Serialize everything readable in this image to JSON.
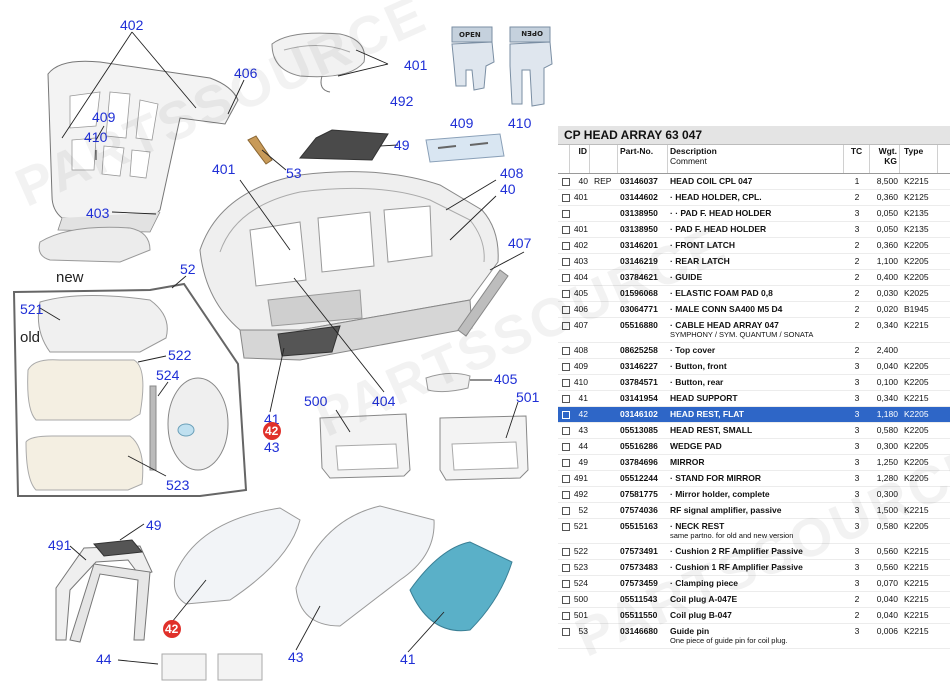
{
  "diagram": {
    "callouts": {
      "c402": "402",
      "c406": "406",
      "c401_top": "401",
      "c409_top": "409",
      "c410_top": "410",
      "c492": "492",
      "c49_top": "49",
      "c53": "53",
      "c409_l": "409",
      "c410_l": "410",
      "c401_m": "401",
      "c408": "408",
      "c40": "40",
      "c403": "403",
      "c407": "407",
      "c52": "52",
      "c521": "521",
      "c522": "522",
      "c524": "524",
      "c523": "523",
      "c404": "404",
      "c41_m": "41",
      "c42_m": "42",
      "c43_m": "43",
      "c500": "500",
      "c501": "501",
      "c405": "405",
      "c49_b": "49",
      "c491": "491",
      "c42_b": "42",
      "c44": "44",
      "c43_b": "43",
      "c41_b": "41"
    },
    "new_label": "new",
    "old_label": "old",
    "open_label": "OPEN",
    "watermark_text": "PARTSSOURCE"
  },
  "panel": {
    "title": "CP HEAD ARRAY 63 047",
    "headers": {
      "id": "ID",
      "partno": "Part-No.",
      "desc": "Description",
      "comment": "Comment",
      "tc": "TC",
      "wt": "Wgt. KG",
      "type": "Type"
    },
    "rows": [
      {
        "id": "40",
        "rep": "REP",
        "pn": "03146037",
        "desc": "HEAD COIL CPL 047",
        "tc": "1",
        "wt": "8,500",
        "type": "K2215"
      },
      {
        "id": "401",
        "rep": "",
        "pn": "03144602",
        "desc": "· HEAD HOLDER, CPL.",
        "tc": "2",
        "wt": "0,360",
        "type": "K2125"
      },
      {
        "id": "",
        "rep": "",
        "pn": "03138950",
        "desc": "· · PAD F. HEAD HOLDER",
        "tc": "3",
        "wt": "0,050",
        "type": "K2135"
      },
      {
        "id": "401",
        "rep": "",
        "pn": "03138950",
        "desc": "· PAD F. HEAD HOLDER",
        "tc": "3",
        "wt": "0,050",
        "type": "K2135"
      },
      {
        "id": "402",
        "rep": "",
        "pn": "03146201",
        "desc": "· FRONT LATCH",
        "tc": "2",
        "wt": "0,360",
        "type": "K2205"
      },
      {
        "id": "403",
        "rep": "",
        "pn": "03146219",
        "desc": "· REAR LATCH",
        "tc": "2",
        "wt": "1,100",
        "type": "K2205"
      },
      {
        "id": "404",
        "rep": "",
        "pn": "03784621",
        "desc": "· GUIDE",
        "tc": "2",
        "wt": "0,400",
        "type": "K2205"
      },
      {
        "id": "405",
        "rep": "",
        "pn": "01596068",
        "desc": "· ELASTIC FOAM PAD 0,8",
        "tc": "2",
        "wt": "0,030",
        "type": "K2025"
      },
      {
        "id": "406",
        "rep": "",
        "pn": "03064771",
        "desc": "· MALE CONN SA400 M5 D4",
        "tc": "2",
        "wt": "0,020",
        "type": "B1945"
      },
      {
        "id": "407",
        "rep": "",
        "pn": "05516880",
        "desc": "· CABLE HEAD ARRAY 047",
        "comment": "SYMPHONY / SYM. QUANTUM / SONATA",
        "tc": "2",
        "wt": "0,340",
        "type": "K2215"
      },
      {
        "id": "408",
        "rep": "",
        "pn": "08625258",
        "desc": "· Top cover",
        "tc": "2",
        "wt": "2,400",
        "type": ""
      },
      {
        "id": "409",
        "rep": "",
        "pn": "03146227",
        "desc": "· Button, front",
        "tc": "3",
        "wt": "0,040",
        "type": "K2205"
      },
      {
        "id": "410",
        "rep": "",
        "pn": "03784571",
        "desc": "· Button, rear",
        "tc": "3",
        "wt": "0,100",
        "type": "K2205"
      },
      {
        "id": "41",
        "rep": "",
        "pn": "03141954",
        "desc": "HEAD SUPPORT",
        "tc": "3",
        "wt": "0,340",
        "type": "K2215"
      },
      {
        "id": "42",
        "rep": "",
        "pn": "03146102",
        "desc": "HEAD REST, FLAT",
        "tc": "3",
        "wt": "1,180",
        "type": "K2205",
        "selected": true
      },
      {
        "id": "43",
        "rep": "",
        "pn": "05513085",
        "desc": "HEAD REST, SMALL",
        "tc": "3",
        "wt": "0,580",
        "type": "K2205"
      },
      {
        "id": "44",
        "rep": "",
        "pn": "05516286",
        "desc": "WEDGE PAD",
        "tc": "3",
        "wt": "0,300",
        "type": "K2205"
      },
      {
        "id": "49",
        "rep": "",
        "pn": "03784696",
        "desc": "MIRROR",
        "tc": "3",
        "wt": "1,250",
        "type": "K2205"
      },
      {
        "id": "491",
        "rep": "",
        "pn": "05512244",
        "desc": "· STAND FOR MIRROR",
        "tc": "3",
        "wt": "1,280",
        "type": "K2205"
      },
      {
        "id": "492",
        "rep": "",
        "pn": "07581775",
        "desc": "· Mirror holder, complete",
        "tc": "3",
        "wt": "0,300",
        "type": ""
      },
      {
        "id": "52",
        "rep": "",
        "pn": "07574036",
        "desc": "RF signal amplifier, passive",
        "tc": "3",
        "wt": "1,500",
        "type": "K2215"
      },
      {
        "id": "521",
        "rep": "",
        "pn": "05515163",
        "desc": "· NECK REST",
        "comment": "same partno. for old and new version",
        "tc": "3",
        "wt": "0,580",
        "type": "K2205"
      },
      {
        "id": "522",
        "rep": "",
        "pn": "07573491",
        "desc": "· Cushion 2 RF Amplifier Passive",
        "tc": "3",
        "wt": "0,560",
        "type": "K2215"
      },
      {
        "id": "523",
        "rep": "",
        "pn": "07573483",
        "desc": "· Cushion 1 RF Amplifier Passive",
        "tc": "3",
        "wt": "0,560",
        "type": "K2215"
      },
      {
        "id": "524",
        "rep": "",
        "pn": "07573459",
        "desc": "· Clamping piece",
        "tc": "3",
        "wt": "0,070",
        "type": "K2215"
      },
      {
        "id": "500",
        "rep": "",
        "pn": "05511543",
        "desc": "Coil plug A-047E",
        "tc": "2",
        "wt": "0,040",
        "type": "K2215"
      },
      {
        "id": "501",
        "rep": "",
        "pn": "05511550",
        "desc": "Coil plug B-047",
        "tc": "2",
        "wt": "0,040",
        "type": "K2215"
      },
      {
        "id": "53",
        "rep": "",
        "pn": "03146680",
        "desc": "Guide pin",
        "comment": "One piece of guide pin for coil plug.",
        "tc": "3",
        "wt": "0,006",
        "type": "K2215"
      }
    ]
  }
}
